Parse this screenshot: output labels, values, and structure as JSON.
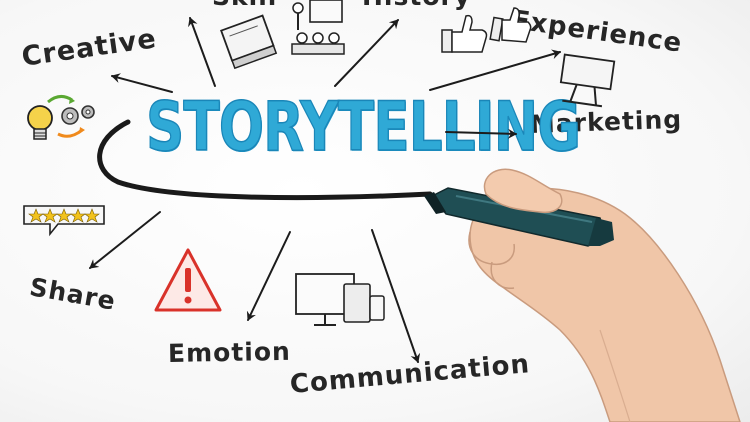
{
  "headline": "STORYTELLING",
  "keywords": {
    "creative": "Creative",
    "experience": "Experience",
    "marketing": "Marketing",
    "share": "Share",
    "emotion": "Emotion",
    "communication": "Communication",
    "top_left_partial": "Skill",
    "top_middle_partial": "History"
  },
  "colors": {
    "headline_blue": "#2fa9d6",
    "ink": "#262626",
    "marker_teal": "#1f4e54",
    "warning_red": "#d9322a",
    "star_yellow": "#f2c21b",
    "arrow_green": "#5aa832",
    "arrow_orange": "#f08a1c",
    "skin": "#f0c6a8"
  },
  "icons": [
    "lightbulb-gears-icon",
    "book-icon",
    "presentation-audience-icon",
    "thumbs-up-icon",
    "billboard-icon",
    "rating-stars-icon",
    "warning-triangle-icon",
    "devices-icon"
  ],
  "rating": {
    "stars": 5
  }
}
